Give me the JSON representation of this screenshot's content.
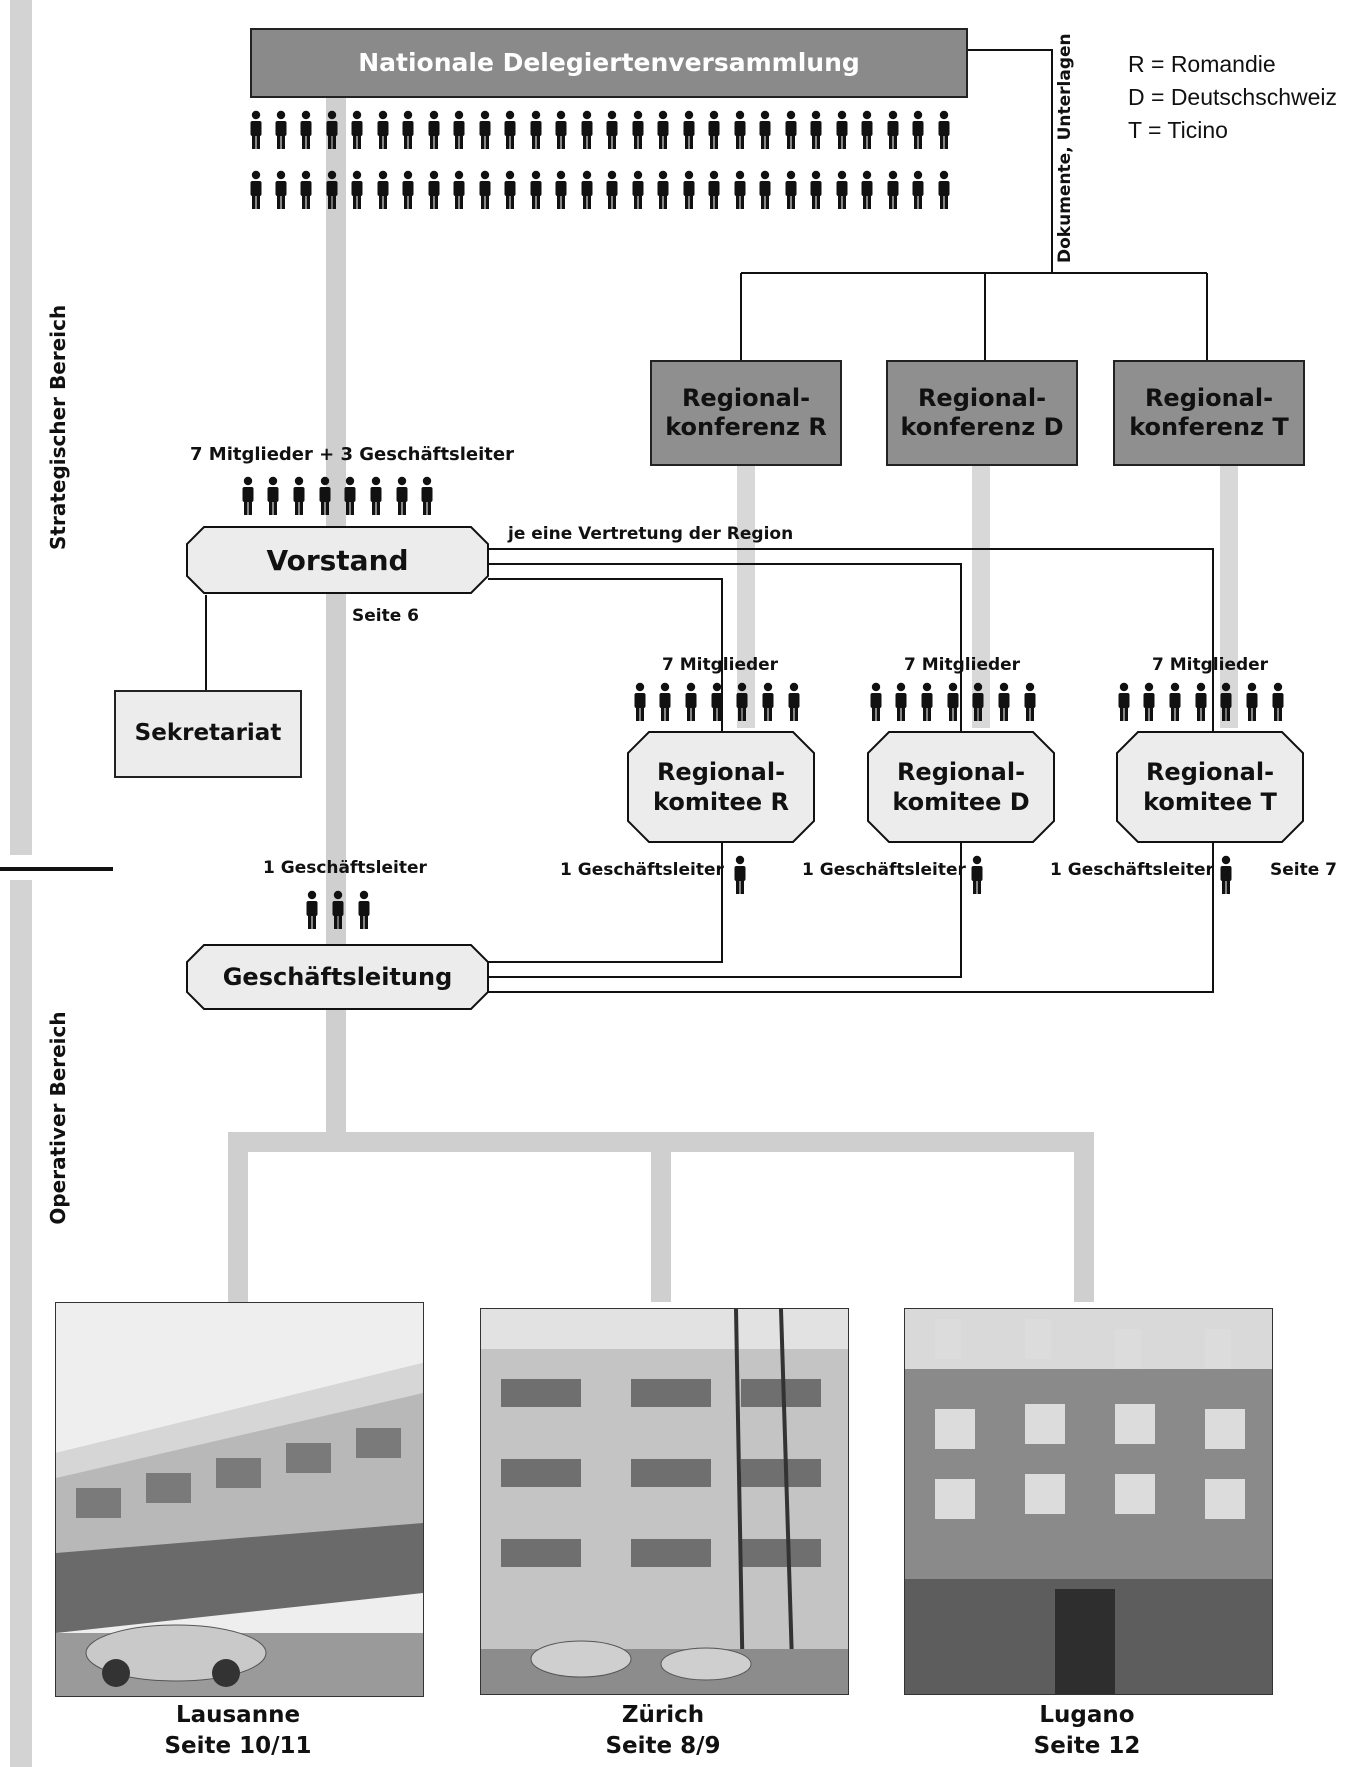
{
  "side": {
    "strategic": "Strategischer Bereich",
    "operative": "Operativer Bereich"
  },
  "top": {
    "title": "Nationale Delegiertenversammlung",
    "docs_label": "Dokumente, Unterlagen"
  },
  "legend": [
    "R = Romandie",
    "D = Deutschschweiz",
    "T = Ticino"
  ],
  "regional_conferences": [
    {
      "line1": "Regional-",
      "line2": "konferenz R"
    },
    {
      "line1": "Regional-",
      "line2": "konferenz D"
    },
    {
      "line1": "Regional-",
      "line2": "konferenz T"
    }
  ],
  "vorstand": {
    "members_label": "7 Mitglieder + 3 Geschäftsleiter",
    "label": "Vorstand",
    "page": "Seite 6",
    "representation_label": "je eine Vertretung der Region"
  },
  "sekretariat": "Sekretariat",
  "regional_committees": [
    {
      "members": "7 Mitglieder",
      "line1": "Regional-",
      "line2": "komitee R",
      "leader": "1 Geschäftsleiter"
    },
    {
      "members": "7 Mitglieder",
      "line1": "Regional-",
      "line2": "komitee D",
      "leader": "1 Geschäftsleiter"
    },
    {
      "members": "7 Mitglieder",
      "line1": "Regional-",
      "line2": "komitee T",
      "leader": "1 Geschäftsleiter"
    }
  ],
  "committee_page": "Seite 7",
  "geschaeftsleitung": {
    "leader_label": "1 Geschäftsleiter",
    "label": "Geschäftsleitung"
  },
  "offices": [
    {
      "city": "Lausanne",
      "page": "Seite 10/11"
    },
    {
      "city": "Zürich",
      "page": "Seite 8/9"
    },
    {
      "city": "Lugano",
      "page": "Seite 12"
    }
  ],
  "colors": {
    "dark_box": "#8f8f8f",
    "light_box": "#ececec",
    "band": "#cfcfcf",
    "side_band": "#d3d3d3"
  }
}
